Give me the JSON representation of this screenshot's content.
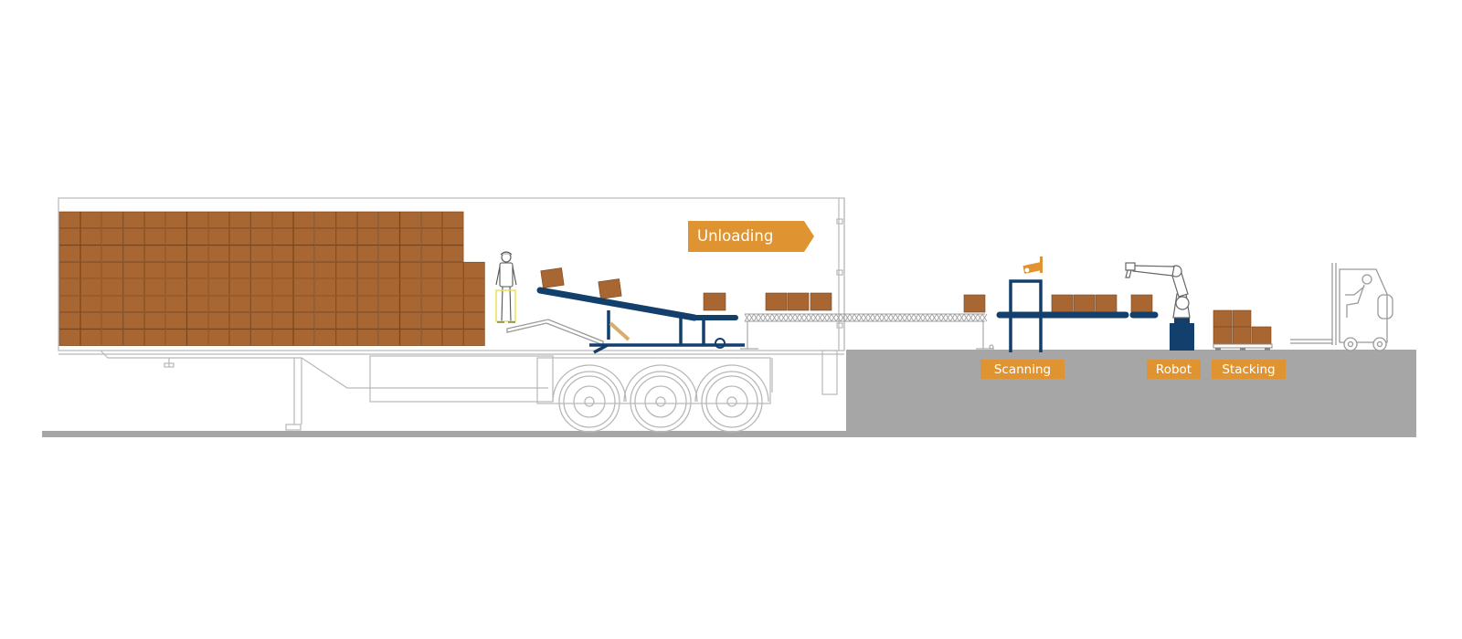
{
  "labels": {
    "unloading": "Unloading",
    "scanning": "Scanning",
    "robot": "Robot",
    "stacking": "Stacking"
  },
  "colors": {
    "box": "#a86632",
    "box_edge": "#7a4518",
    "conveyor": "#123f6b",
    "label": "#df9431",
    "floor": "#a6a6a6",
    "outline": "#b8b8b8"
  },
  "icons": [
    "worker-icon",
    "camera-icon",
    "robot-arm-icon",
    "forklift-icon",
    "pallet-icon"
  ]
}
